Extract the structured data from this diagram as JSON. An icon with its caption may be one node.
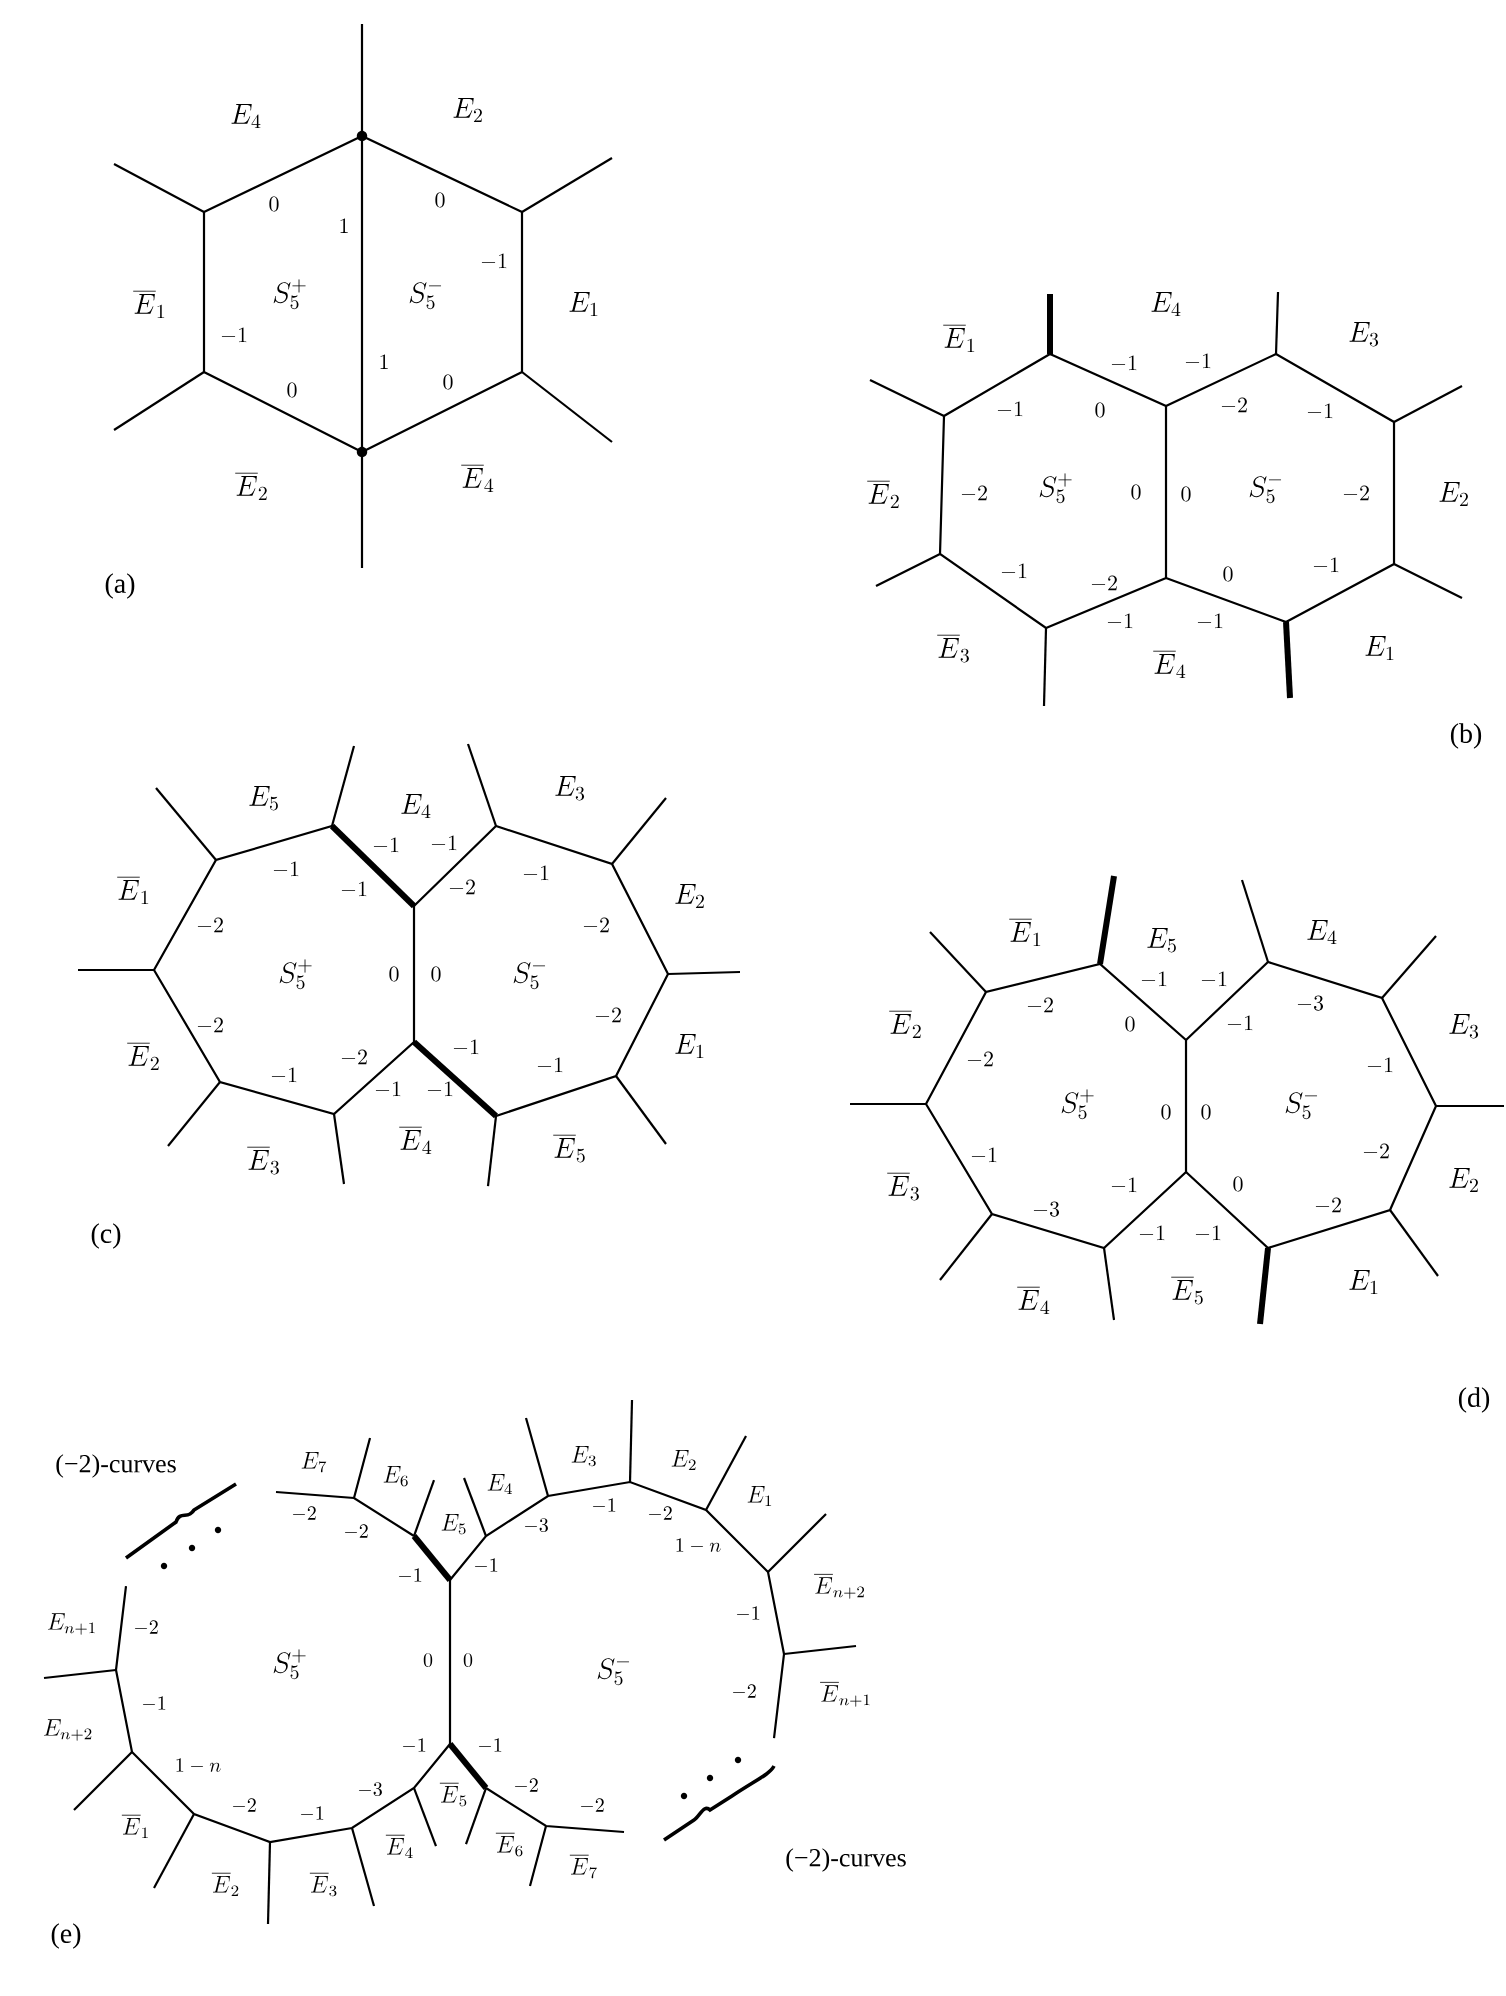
{
  "diagram": {
    "labels": [
      "E_4",
      "E_2",
      "0",
      "1",
      "0",
      "-1",
      "\\overline{E}_1",
      "S_5^+",
      "S_5^-",
      "E_1",
      "-1",
      "1",
      "0",
      "0",
      "\\overline{E}_2",
      "\\overline{E}_4",
      "(a)",
      "\\overline{E}_1",
      "E_4",
      "E_3",
      "-1",
      "-1",
      "-1",
      "0",
      "-2",
      "-1",
      "\\overline{E}_2",
      "-2",
      "S_5^+",
      "0",
      "0",
      "S_5^-",
      "-2",
      "E_2",
      "-1",
      "-2",
      "0",
      "-1",
      "-1",
      "-1",
      "\\overline{E}_3",
      "\\overline{E}_4",
      "E_1",
      "(b)",
      "E_5",
      "E_4",
      "E_3",
      "-1",
      "-1",
      "-1",
      "-1",
      "-2",
      "-1",
      "\\overline{E}_1",
      "-2",
      "E_2",
      "-2",
      "S_5^+",
      "0",
      "0",
      "S_5^-",
      "\\overline{E}_2",
      "-2",
      "-2",
      "-1",
      "-2",
      "E_1",
      "-1",
      "-1",
      "-1",
      "-1",
      "\\overline{E}_3",
      "\\overline{E}_4",
      "\\overline{E}_5",
      "(c)",
      "\\overline{E}_1",
      "E_5",
      "E_4",
      "-1",
      "-1",
      "0",
      "-2",
      "-1",
      "-3",
      "\\overline{E}_2",
      "E_3",
      "-2",
      "-1",
      "S_5^+",
      "0",
      "0",
      "S_5^-",
      "-1",
      "-2",
      "\\overline{E}_3",
      "-1",
      "0",
      "E_2",
      "-3",
      "-2",
      "-1",
      "-1",
      "\\overline{E}_4",
      "\\overline{E}_5",
      "E_1",
      "(d)",
      "(−2)-curves",
      "E_7",
      "E_6",
      "E_4",
      "E_3",
      "E_2",
      "E_1",
      "-2",
      "E_5",
      "-3",
      "-1",
      "-2",
      "1-n",
      "-2",
      "\\overline{E}_{n+2}",
      "-1",
      "-1",
      "-1",
      "E_{n+1}",
      "-2",
      "0",
      "0",
      "S_5^+",
      "S_5^-",
      "-2",
      "\\overline{E}_{n+1}",
      "-1",
      "E_{n+2}",
      "-1",
      "-1",
      "1-n",
      "-3",
      "\\overline{E}_5",
      "-2",
      "-2",
      "-1",
      "-2",
      "\\overline{E}_1",
      "\\overline{E}_4",
      "\\overline{E}_6",
      "\\overline{E}_7",
      "(−2)-curves",
      "\\overline{E}_2",
      "\\overline{E}_3",
      "(e)"
    ]
  }
}
